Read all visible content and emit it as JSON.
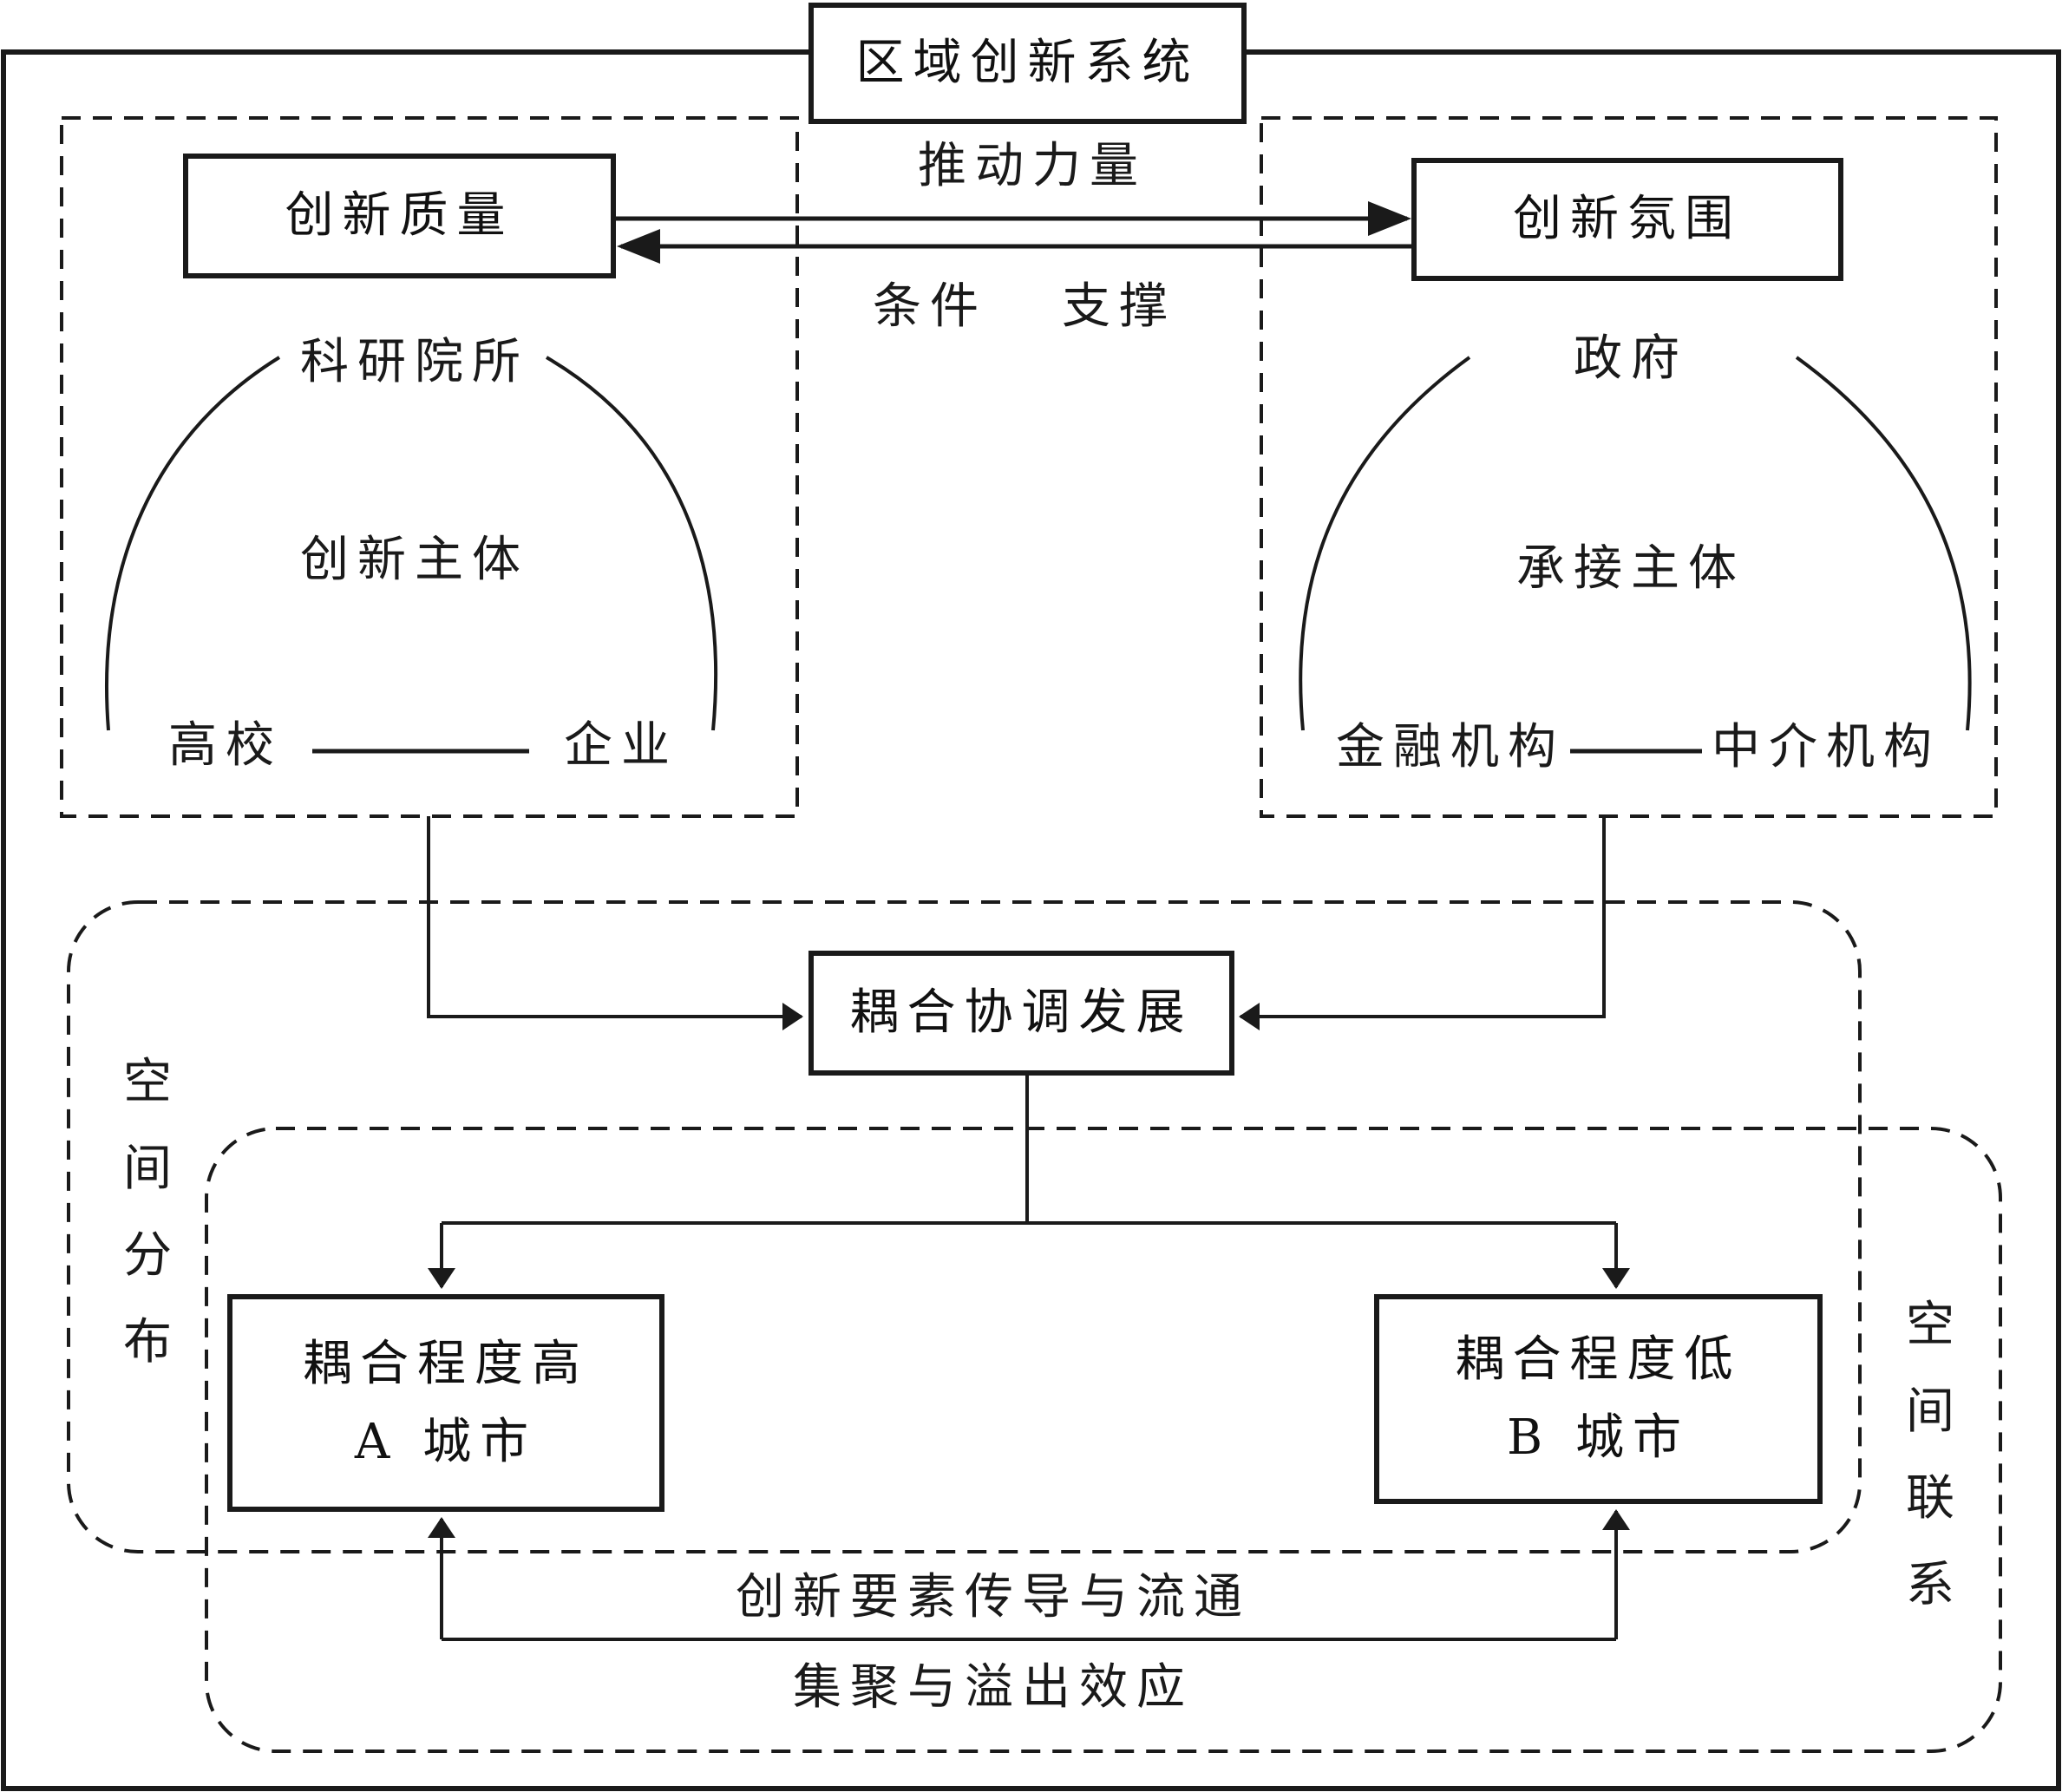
{
  "title": "区域创新系统",
  "quality_box": "创新质量",
  "atmosphere_box": "创新氛围",
  "top_arrow_label": "推动力量",
  "bottom_arrow_labels": [
    "条件",
    "支撑"
  ],
  "innovation_subject": {
    "center": "创新主体",
    "top": "科研院所",
    "bottom_left": "高校",
    "bottom_right": "企业"
  },
  "receiving_subject": {
    "center": "承接主体",
    "top": "政府",
    "bottom_left": "金融机构",
    "bottom_right": "中介机构"
  },
  "coupling_box": "耦合协调发展",
  "city_a": {
    "line1": "耦合程度高",
    "line2": "A 城市"
  },
  "city_b": {
    "line1": "耦合程度低",
    "line2": "B 城市"
  },
  "spatial_distribution": [
    "空",
    "间",
    "分",
    "布"
  ],
  "spatial_linkage": [
    "空",
    "间",
    "联",
    "系"
  ],
  "flow_label": "创新要素传导与流通",
  "effect_label": "集聚与溢出效应",
  "colors": {
    "stroke": "#1a1a1a",
    "background": "#ffffff"
  }
}
